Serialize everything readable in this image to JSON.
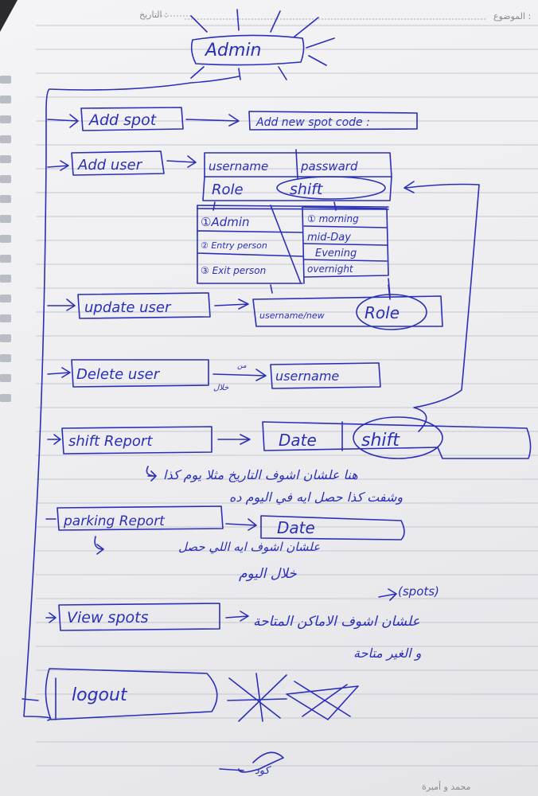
{
  "header": {
    "topic_label": "الموضوع :",
    "date_label": "التاريخ :",
    "footer_brand": "محمد و أميرة"
  },
  "admin": {
    "title": "Admin"
  },
  "add_spot": {
    "label": "Add spot",
    "target": "Add new spot code :"
  },
  "add_user": {
    "label": "Add user",
    "table": {
      "headers": [
        "username",
        "passward"
      ],
      "role_label": "Role",
      "shift_label": "shift",
      "roles": [
        "①Admin",
        "② Entry person",
        "③ Exit person"
      ],
      "shifts": [
        "① morning",
        "mid-Day",
        "Evening",
        "overnight"
      ]
    }
  },
  "update_user": {
    "label": "update user",
    "fields": "username/new",
    "role": "Role"
  },
  "delete_user": {
    "label": "Delete user",
    "via_top": "من",
    "via_bottom": "خلال",
    "target": "username"
  },
  "shift_report": {
    "label": "shift Report",
    "date": "Date",
    "shift": "shift",
    "note_line1": "هنا علشان اشوف التاريخ مثلا يوم كذا",
    "note_line2": "وشفت كذا حصل ايه في اليوم ده"
  },
  "parking_report": {
    "label": "parking Report",
    "date": "Date",
    "note_line1": "علشان اشوف ايه اللي حصل",
    "note_line2": "خلال اليوم"
  },
  "view_spots": {
    "label": "View spots",
    "spots": "(spots)",
    "note_line1": "علشان اشوف الاماكن المتاحة",
    "note_line2": "و الغير متاحة"
  },
  "logout": {
    "label": "logout"
  },
  "signature": "كود"
}
